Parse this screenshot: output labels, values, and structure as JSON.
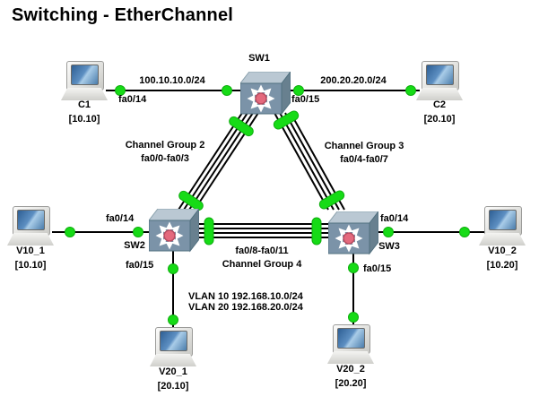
{
  "title": "Switching - EtherChannel",
  "colors": {
    "green": "#16DB16",
    "green_edge": "#0FAE0F",
    "switch_face": "#7b93a8",
    "switch_top": "#bac8d3",
    "switch_side": "#68808f",
    "hub_pink": "#e4697d",
    "hub_edge": "#b84c60",
    "screen_dark": "#2e5f94",
    "screen_light": "#a9cce8"
  },
  "devices": {
    "sw1": {
      "name": "SW1"
    },
    "sw2": {
      "name": "SW2"
    },
    "sw3": {
      "name": "SW3"
    },
    "c1": {
      "name": "C1",
      "ip": "[10.10]"
    },
    "c2": {
      "name": "C2",
      "ip": "[20.10]"
    },
    "v10_1": {
      "name": "V10_1",
      "ip": "[10.10]"
    },
    "v10_2": {
      "name": "V10_2",
      "ip": "[10.20]"
    },
    "v20_1": {
      "name": "V20_1",
      "ip": "[20.10]"
    },
    "v20_2": {
      "name": "V20_2",
      "ip": "[20.20]"
    }
  },
  "links": {
    "c1_sw1": {
      "network": "100.10.10.0/24",
      "port": "fa0/14"
    },
    "sw1_c2": {
      "network": "200.20.20.0/24",
      "port": "fa0/15"
    },
    "v10_1_sw2": {
      "port": "fa0/14"
    },
    "sw3_v10_2": {
      "port": "fa0/14"
    },
    "sw2_v20_1": {
      "port": "fa0/15"
    },
    "sw3_v20_2": {
      "port": "fa0/15"
    }
  },
  "channel_groups": {
    "group2": {
      "title": "Channel Group 2",
      "ports": "fa0/0-fa0/3"
    },
    "group3": {
      "title": "Channel Group 3",
      "ports": "fa0/4-fa0/7"
    },
    "group4": {
      "title": "Channel Group 4",
      "ports": "fa0/8-fa0/11"
    }
  },
  "vlans": {
    "vlan10": "VLAN 10 192.168.10.0/24",
    "vlan20": "VLAN 20 192.168.20.0/24"
  }
}
